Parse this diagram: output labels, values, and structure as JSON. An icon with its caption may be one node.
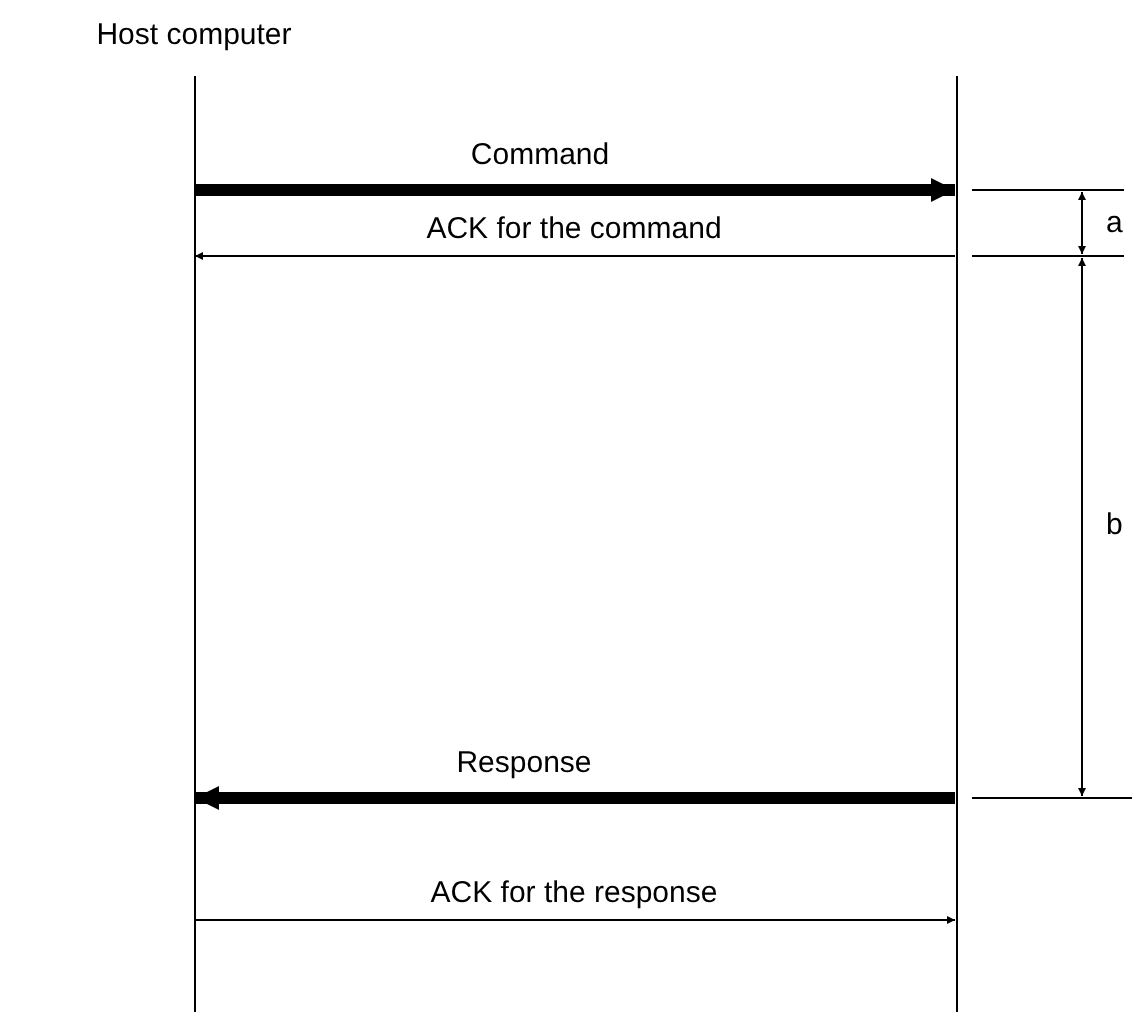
{
  "diagram": {
    "nodes": [
      {
        "text": [
          "Host computer"
        ]
      },
      {
        "text": [],
        "shape": "bar"
      }
    ],
    "edges": [
      {
        "from": 0,
        "to": 1,
        "arrow": "to",
        "label": "Command",
        "style": "thick"
      },
      {
        "from": 1,
        "to": 0,
        "arrow": "to",
        "label": "ACK for the command"
      },
      {
        "from": 1,
        "to": 0,
        "arrow": "to",
        "label": "Response",
        "style": "thick"
      },
      {
        "from": 0,
        "to": 1,
        "arrow": "to",
        "label": "ACK for the response"
      }
    ],
    "labels": [
      "a",
      "b"
    ]
  }
}
